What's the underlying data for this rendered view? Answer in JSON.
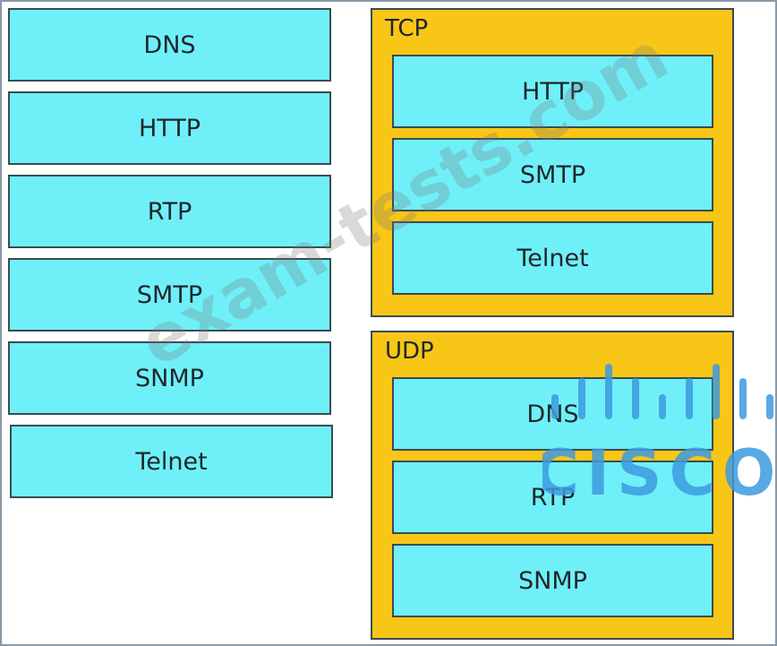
{
  "source_items": [
    "DNS",
    "HTTP",
    "RTP",
    "SMTP",
    "SNMP",
    "Telnet"
  ],
  "groups": [
    {
      "label": "TCP",
      "items": [
        "HTTP",
        "SMTP",
        "Telnet"
      ]
    },
    {
      "label": "UDP",
      "items": [
        "DNS",
        "RTP",
        "SNMP"
      ]
    }
  ],
  "watermark_text": "exam-tests.com",
  "logo_text": "CISCO",
  "colors": {
    "tile": "#6ff0f8",
    "group": "#f8c617",
    "border": "#3c4a52",
    "logo": "#3d9be0"
  }
}
